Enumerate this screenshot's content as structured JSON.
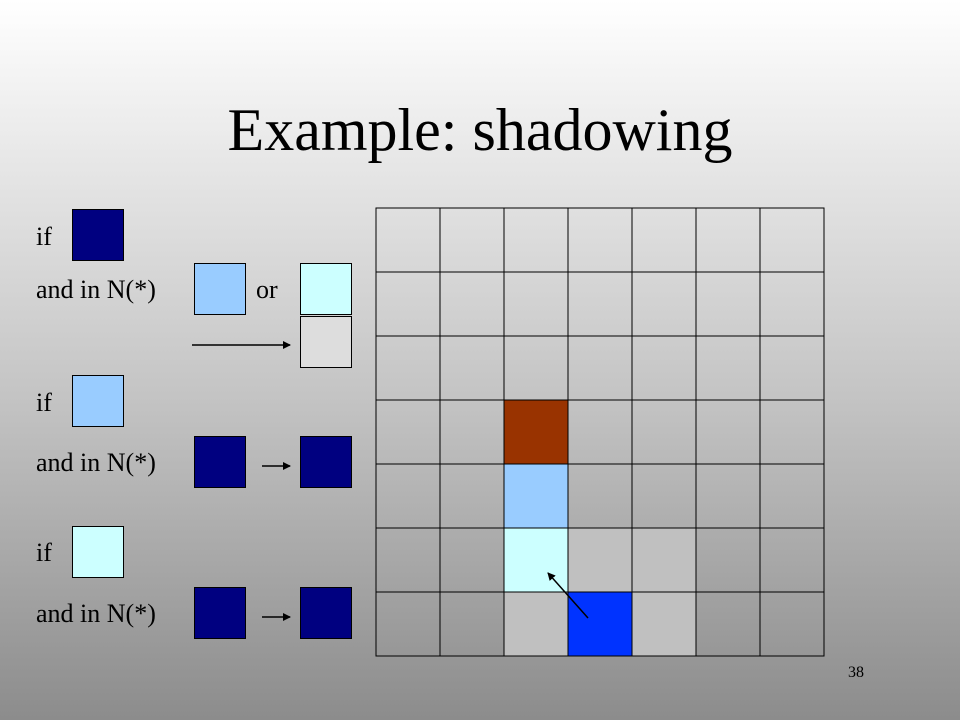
{
  "title": "Example: shadowing",
  "page_number": "38",
  "colors": {
    "dark_blue": "#000080",
    "light_blue": "#99ccff",
    "pale_cyan": "#ccffff",
    "grid_default": "#dddddd",
    "grid_mid": "#c0c0c0",
    "brown": "#993300",
    "bright_blue": "#0033ff"
  },
  "rules": [
    {
      "if_label": "if",
      "and_label": "and in N(*)",
      "or_label": "or"
    },
    {
      "if_label": "if",
      "and_label": "and in N(*)"
    },
    {
      "if_label": "if",
      "and_label": "and in N(*)"
    }
  ],
  "grid": {
    "rows": 7,
    "cols": 7,
    "colored_cells": [
      {
        "row": 3,
        "col": 2,
        "color": "#993300"
      },
      {
        "row": 4,
        "col": 2,
        "color": "#99ccff"
      },
      {
        "row": 5,
        "col": 2,
        "color": "#ccffff"
      },
      {
        "row": 5,
        "col": 3,
        "color": "#c0c0c0"
      },
      {
        "row": 5,
        "col": 4,
        "color": "#c0c0c0"
      },
      {
        "row": 6,
        "col": 2,
        "color": "#c0c0c0"
      },
      {
        "row": 6,
        "col": 3,
        "color": "#0033ff"
      },
      {
        "row": 6,
        "col": 4,
        "color": "#c0c0c0"
      }
    ]
  }
}
